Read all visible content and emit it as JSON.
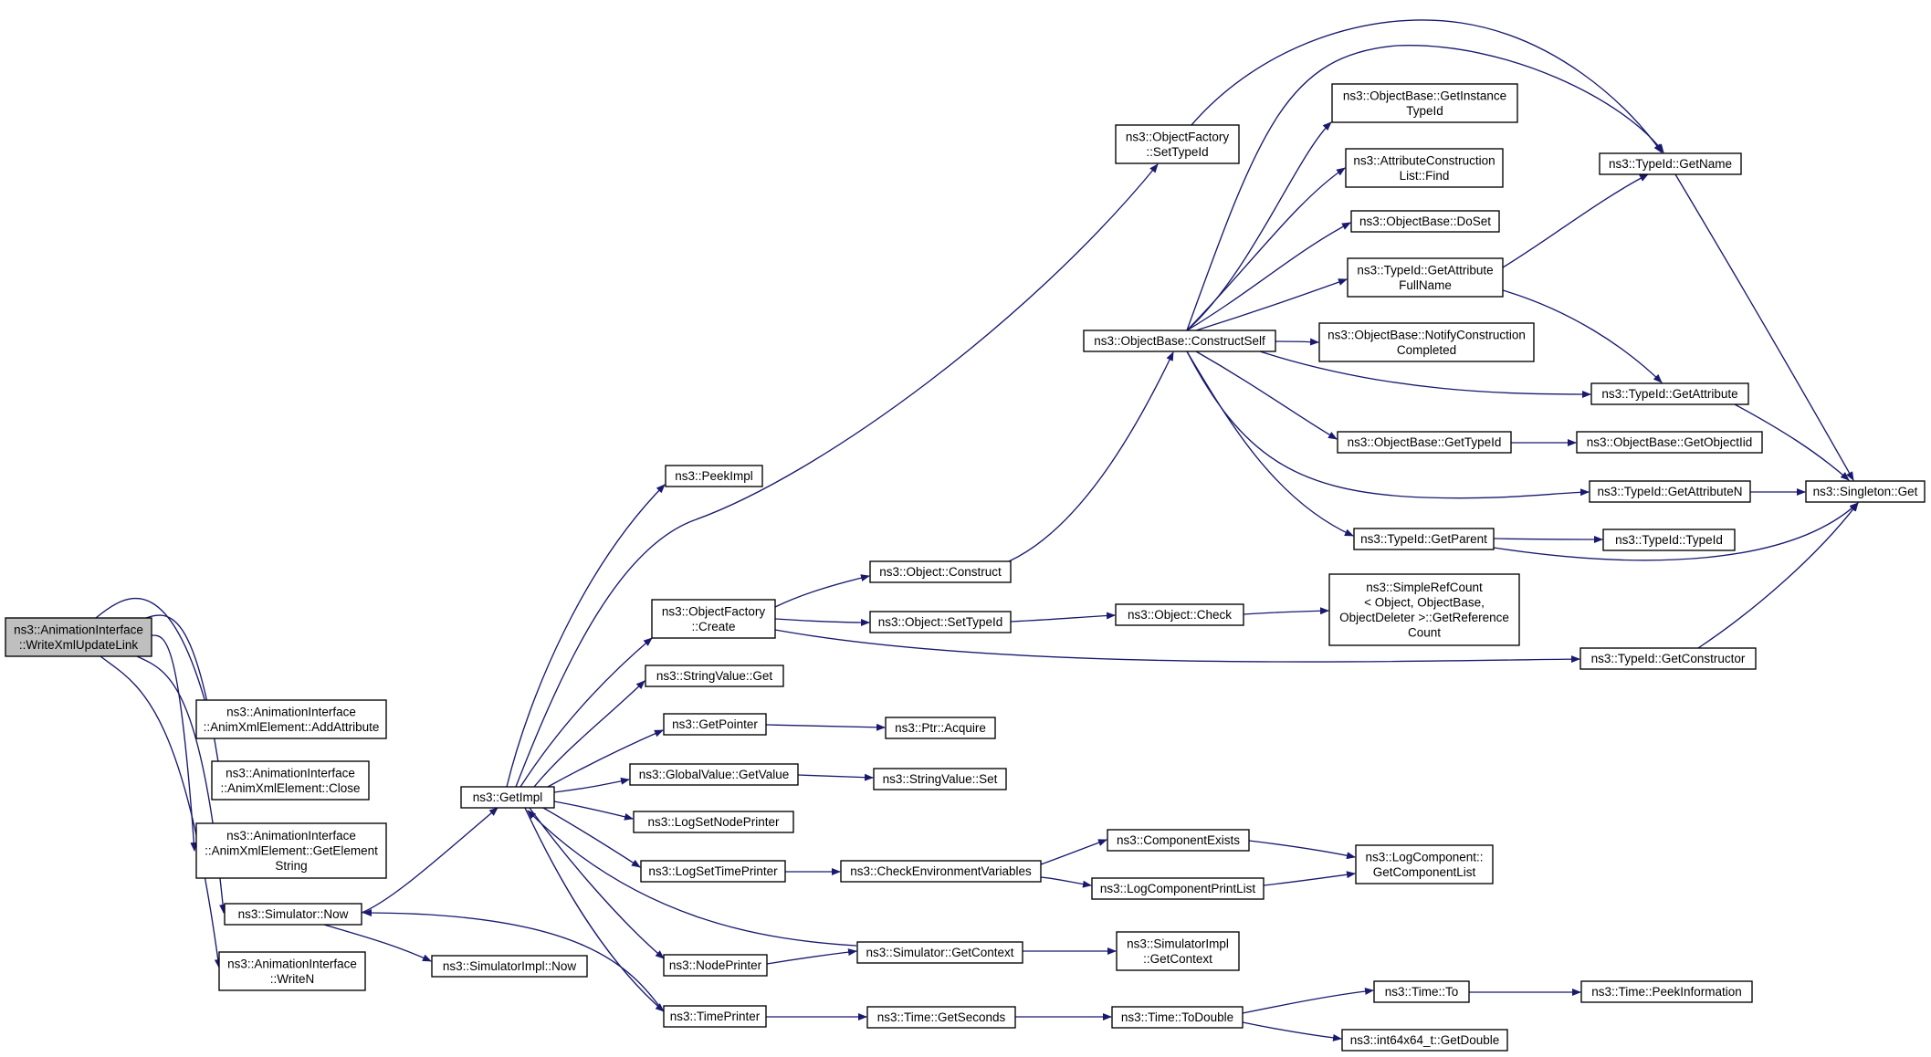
{
  "graph": {
    "colors": {
      "edge": "#191970",
      "node_border": "#000000",
      "missing_border": "#ff0000",
      "root_fill": "#bfbfbf",
      "node_fill": "#ffffff"
    },
    "nodes": [
      {
        "id": "root",
        "lines": [
          "ns3::AnimationInterface",
          "::WriteXmlUpdateLink"
        ],
        "root": true
      },
      {
        "id": "addAttr",
        "lines": [
          "ns3::AnimationInterface",
          "::AnimXmlElement::AddAttribute"
        ]
      },
      {
        "id": "close",
        "lines": [
          "ns3::AnimationInterface",
          "::AnimXmlElement::Close"
        ]
      },
      {
        "id": "getElemStr",
        "lines": [
          "ns3::AnimationInterface",
          "::AnimXmlElement::GetElement",
          "String"
        ]
      },
      {
        "id": "simNow",
        "lines": [
          "ns3::Simulator::Now"
        ]
      },
      {
        "id": "writeN",
        "lines": [
          "ns3::AnimationInterface",
          "::WriteN"
        ]
      },
      {
        "id": "getImpl",
        "lines": [
          "ns3::GetImpl"
        ]
      },
      {
        "id": "simImplNow",
        "lines": [
          "ns3::SimulatorImpl::Now"
        ]
      },
      {
        "id": "peekImpl",
        "lines": [
          "ns3::PeekImpl"
        ]
      },
      {
        "id": "ofCreate",
        "lines": [
          "ns3::ObjectFactory",
          "::Create"
        ]
      },
      {
        "id": "svGet",
        "lines": [
          "ns3::StringValue::Get"
        ]
      },
      {
        "id": "getPointer",
        "lines": [
          "ns3::GetPointer"
        ]
      },
      {
        "id": "gvGetValue",
        "lines": [
          "ns3::GlobalValue::GetValue"
        ]
      },
      {
        "id": "logSetNode",
        "lines": [
          "ns3::LogSetNodePrinter"
        ]
      },
      {
        "id": "logSetTime",
        "lines": [
          "ns3::LogSetTimePrinter"
        ]
      },
      {
        "id": "nodePrinter",
        "lines": [
          "ns3::NodePrinter"
        ]
      },
      {
        "id": "timePrinter",
        "lines": [
          "ns3::TimePrinter"
        ]
      },
      {
        "id": "ofSetTypeId",
        "lines": [
          "ns3::ObjectFactory",
          "::SetTypeId"
        ]
      },
      {
        "id": "objConstruct",
        "lines": [
          "ns3::Object::Construct"
        ]
      },
      {
        "id": "objSetTypeId",
        "lines": [
          "ns3::Object::SetTypeId"
        ]
      },
      {
        "id": "ptrAcquire",
        "lines": [
          "ns3::Ptr::Acquire"
        ]
      },
      {
        "id": "svSet",
        "lines": [
          "ns3::StringValue::Set"
        ]
      },
      {
        "id": "checkEnv",
        "lines": [
          "ns3::CheckEnvironmentVariables"
        ]
      },
      {
        "id": "simGetContext",
        "lines": [
          "ns3::Simulator::GetContext"
        ]
      },
      {
        "id": "timeGetSeconds",
        "lines": [
          "ns3::Time::GetSeconds"
        ]
      },
      {
        "id": "obConstructSelf",
        "lines": [
          "ns3::ObjectBase::ConstructSelf"
        ]
      },
      {
        "id": "objCheck",
        "lines": [
          "ns3::Object::Check"
        ]
      },
      {
        "id": "compExists",
        "lines": [
          "ns3::ComponentExists"
        ]
      },
      {
        "id": "logCompPrint",
        "lines": [
          "ns3::LogComponentPrintList"
        ]
      },
      {
        "id": "simImplGetCtx",
        "lines": [
          "ns3::SimulatorImpl",
          "::GetContext"
        ]
      },
      {
        "id": "timeToDouble",
        "lines": [
          "ns3::Time::ToDouble"
        ]
      },
      {
        "id": "obGetInstTid",
        "lines": [
          "ns3::ObjectBase::GetInstance",
          "TypeId"
        ]
      },
      {
        "id": "acListFind",
        "lines": [
          "ns3::AttributeConstruction",
          "List::Find"
        ]
      },
      {
        "id": "obDoSet",
        "lines": [
          "ns3::ObjectBase::DoSet"
        ]
      },
      {
        "id": "tidGetAttrFull",
        "lines": [
          "ns3::TypeId::GetAttribute",
          "FullName"
        ]
      },
      {
        "id": "obNotify",
        "lines": [
          "ns3::ObjectBase::NotifyConstruction",
          "Completed"
        ]
      },
      {
        "id": "obGetTypeId",
        "lines": [
          "ns3::ObjectBase::GetTypeId"
        ]
      },
      {
        "id": "tidGetParent",
        "lines": [
          "ns3::TypeId::GetParent"
        ]
      },
      {
        "id": "refCount",
        "lines": [
          "ns3::SimpleRefCount",
          "< Object, ObjectBase,",
          "ObjectDeleter >::GetReference",
          "Count"
        ]
      },
      {
        "id": "logCompGetList",
        "lines": [
          "ns3::LogComponent::",
          "GetComponentList"
        ]
      },
      {
        "id": "timeTo",
        "lines": [
          "ns3::Time::To"
        ],
        "missing": true
      },
      {
        "id": "int64GetDouble",
        "lines": [
          "ns3::int64x64_t::GetDouble"
        ]
      },
      {
        "id": "tidGetName",
        "lines": [
          "ns3::TypeId::GetName"
        ]
      },
      {
        "id": "tidGetAttribute",
        "lines": [
          "ns3::TypeId::GetAttribute"
        ]
      },
      {
        "id": "obGetObjectTid",
        "lines": [
          "ns3::ObjectBase::GetObjectIid"
        ],
        "missing": true
      },
      {
        "id": "tidGetAttrN",
        "lines": [
          "ns3::TypeId::GetAttributeN"
        ]
      },
      {
        "id": "tidTypeId",
        "lines": [
          "ns3::TypeId::TypeId"
        ]
      },
      {
        "id": "tidGetCtor",
        "lines": [
          "ns3::TypeId::GetConstructor"
        ]
      },
      {
        "id": "timePeekInfo",
        "lines": [
          "ns3::Time::PeekInformation"
        ],
        "missing": true
      },
      {
        "id": "singletonGet",
        "lines": [
          "ns3::Singleton::Get"
        ]
      }
    ],
    "edges": [
      {
        "from": "root",
        "to": "addAttr"
      },
      {
        "from": "root",
        "to": "close"
      },
      {
        "from": "root",
        "to": "getElemStr"
      },
      {
        "from": "root",
        "to": "simNow"
      },
      {
        "from": "root",
        "to": "writeN"
      },
      {
        "from": "simNow",
        "to": "getImpl"
      },
      {
        "from": "simNow",
        "to": "simImplNow"
      },
      {
        "from": "getImpl",
        "to": "peekImpl"
      },
      {
        "from": "getImpl",
        "to": "ofSetTypeId"
      },
      {
        "from": "getImpl",
        "to": "ofCreate"
      },
      {
        "from": "getImpl",
        "to": "svGet"
      },
      {
        "from": "getImpl",
        "to": "getPointer"
      },
      {
        "from": "getImpl",
        "to": "gvGetValue"
      },
      {
        "from": "getImpl",
        "to": "logSetNode"
      },
      {
        "from": "getImpl",
        "to": "logSetTime"
      },
      {
        "from": "getImpl",
        "to": "nodePrinter"
      },
      {
        "from": "getImpl",
        "to": "timePrinter"
      },
      {
        "from": "simGetContext",
        "to": "getImpl"
      },
      {
        "from": "timePrinter",
        "to": "simNow"
      },
      {
        "from": "ofCreate",
        "to": "objConstruct"
      },
      {
        "from": "ofCreate",
        "to": "objSetTypeId"
      },
      {
        "from": "ofCreate",
        "to": "tidGetCtor"
      },
      {
        "from": "getPointer",
        "to": "ptrAcquire"
      },
      {
        "from": "gvGetValue",
        "to": "svSet"
      },
      {
        "from": "logSetTime",
        "to": "checkEnv"
      },
      {
        "from": "nodePrinter",
        "to": "simGetContext"
      },
      {
        "from": "timePrinter",
        "to": "timeGetSeconds"
      },
      {
        "from": "ofSetTypeId",
        "to": "tidGetName"
      },
      {
        "from": "objConstruct",
        "to": "obConstructSelf"
      },
      {
        "from": "objSetTypeId",
        "to": "objCheck"
      },
      {
        "from": "checkEnv",
        "to": "compExists"
      },
      {
        "from": "checkEnv",
        "to": "logCompPrint"
      },
      {
        "from": "simGetContext",
        "to": "simImplGetCtx"
      },
      {
        "from": "timeGetSeconds",
        "to": "timeToDouble"
      },
      {
        "from": "obConstructSelf",
        "to": "obGetInstTid"
      },
      {
        "from": "obConstructSelf",
        "to": "tidGetName"
      },
      {
        "from": "obConstructSelf",
        "to": "acListFind"
      },
      {
        "from": "obConstructSelf",
        "to": "obDoSet"
      },
      {
        "from": "obConstructSelf",
        "to": "tidGetAttrFull"
      },
      {
        "from": "obConstructSelf",
        "to": "obNotify"
      },
      {
        "from": "obConstructSelf",
        "to": "tidGetAttribute"
      },
      {
        "from": "obConstructSelf",
        "to": "obGetTypeId"
      },
      {
        "from": "obConstructSelf",
        "to": "tidGetAttrN"
      },
      {
        "from": "obConstructSelf",
        "to": "tidGetParent"
      },
      {
        "from": "objCheck",
        "to": "refCount"
      },
      {
        "from": "compExists",
        "to": "logCompGetList"
      },
      {
        "from": "logCompPrint",
        "to": "logCompGetList"
      },
      {
        "from": "timeToDouble",
        "to": "timeTo"
      },
      {
        "from": "timeToDouble",
        "to": "int64GetDouble"
      },
      {
        "from": "tidGetAttrFull",
        "to": "tidGetName"
      },
      {
        "from": "tidGetAttrFull",
        "to": "tidGetAttribute"
      },
      {
        "from": "obGetTypeId",
        "to": "obGetObjectTid"
      },
      {
        "from": "tidGetParent",
        "to": "tidTypeId"
      },
      {
        "from": "tidGetParent",
        "to": "singletonGet"
      },
      {
        "from": "tidGetName",
        "to": "singletonGet"
      },
      {
        "from": "tidGetAttribute",
        "to": "singletonGet"
      },
      {
        "from": "tidGetAttrN",
        "to": "singletonGet"
      },
      {
        "from": "tidGetCtor",
        "to": "singletonGet"
      },
      {
        "from": "timeTo",
        "to": "timePeekInfo"
      }
    ]
  }
}
